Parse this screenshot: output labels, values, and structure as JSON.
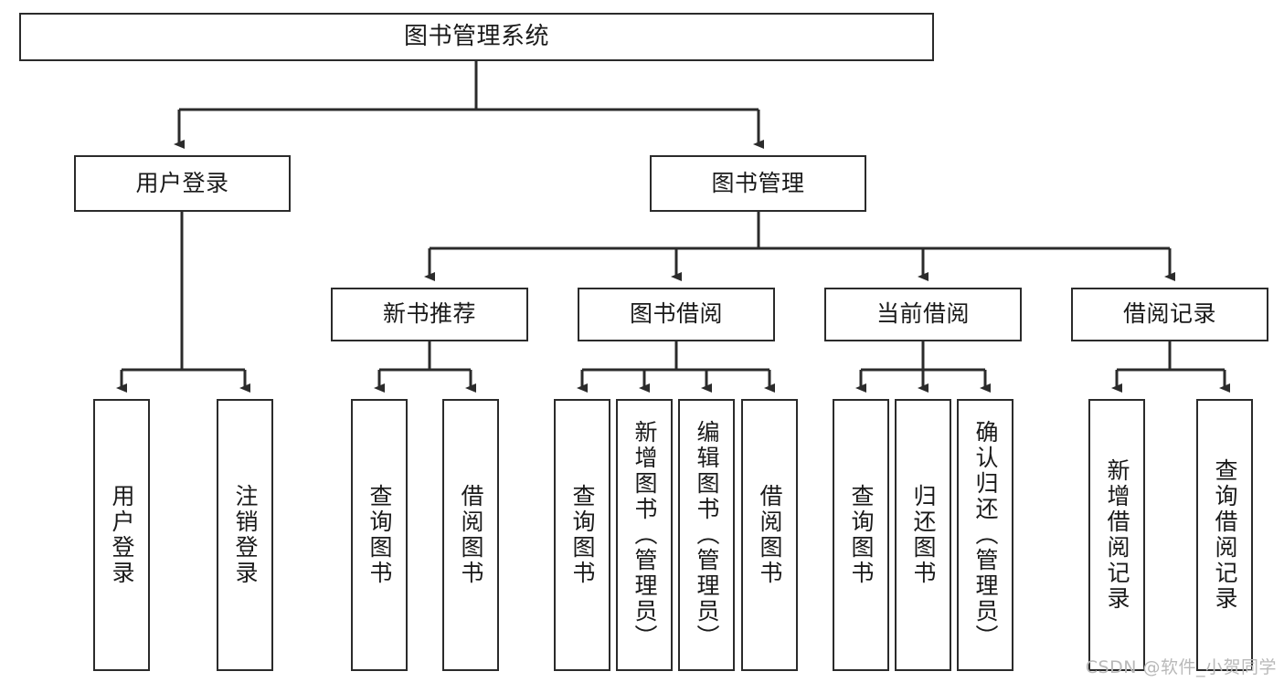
{
  "diagram": {
    "title": "图书管理系统",
    "type": "tree-hierarchy",
    "nodes": {
      "root": {
        "label": "图书管理系统"
      },
      "level1": [
        {
          "id": "user-login",
          "label": "用户登录"
        },
        {
          "id": "book-management",
          "label": "图书管理"
        }
      ],
      "level2": [
        {
          "id": "new-book-recommend",
          "label": "新书推荐"
        },
        {
          "id": "book-borrow",
          "label": "图书借阅"
        },
        {
          "id": "current-borrow",
          "label": "当前借阅"
        },
        {
          "id": "borrow-record",
          "label": "借阅记录"
        }
      ],
      "leaves": [
        {
          "id": "leaf-user-login",
          "label": "用户登录",
          "parent": "user-login"
        },
        {
          "id": "leaf-user-logout",
          "label": "注销登录",
          "parent": "user-login"
        },
        {
          "id": "leaf-query-book-1",
          "label": "查询图书",
          "parent": "new-book-recommend"
        },
        {
          "id": "leaf-borrow-book-1",
          "label": "借阅图书",
          "parent": "new-book-recommend"
        },
        {
          "id": "leaf-query-book-2",
          "label": "查询图书",
          "parent": "book-borrow"
        },
        {
          "id": "leaf-add-book",
          "label": "新增图书（管理员）",
          "parent": "book-borrow"
        },
        {
          "id": "leaf-edit-book",
          "label": "编辑图书（管理员）",
          "parent": "book-borrow"
        },
        {
          "id": "leaf-borrow-book-2",
          "label": "借阅图书",
          "parent": "book-borrow"
        },
        {
          "id": "leaf-query-book-3",
          "label": "查询图书",
          "parent": "current-borrow"
        },
        {
          "id": "leaf-return-book",
          "label": "归还图书",
          "parent": "current-borrow"
        },
        {
          "id": "leaf-confirm-return",
          "label": "确认归还（管理员）",
          "parent": "current-borrow"
        },
        {
          "id": "leaf-add-record",
          "label": "新增借阅记录",
          "parent": "borrow-record"
        },
        {
          "id": "leaf-query-record",
          "label": "查询借阅记录",
          "parent": "borrow-record"
        }
      ]
    },
    "colors": {
      "stroke": "#2b2b2b",
      "fill": "#ffffff",
      "text": "#1a1a1a",
      "watermark": "#b9b9b9"
    }
  },
  "watermark": {
    "text": "CSDN @软件_小贺同学"
  }
}
